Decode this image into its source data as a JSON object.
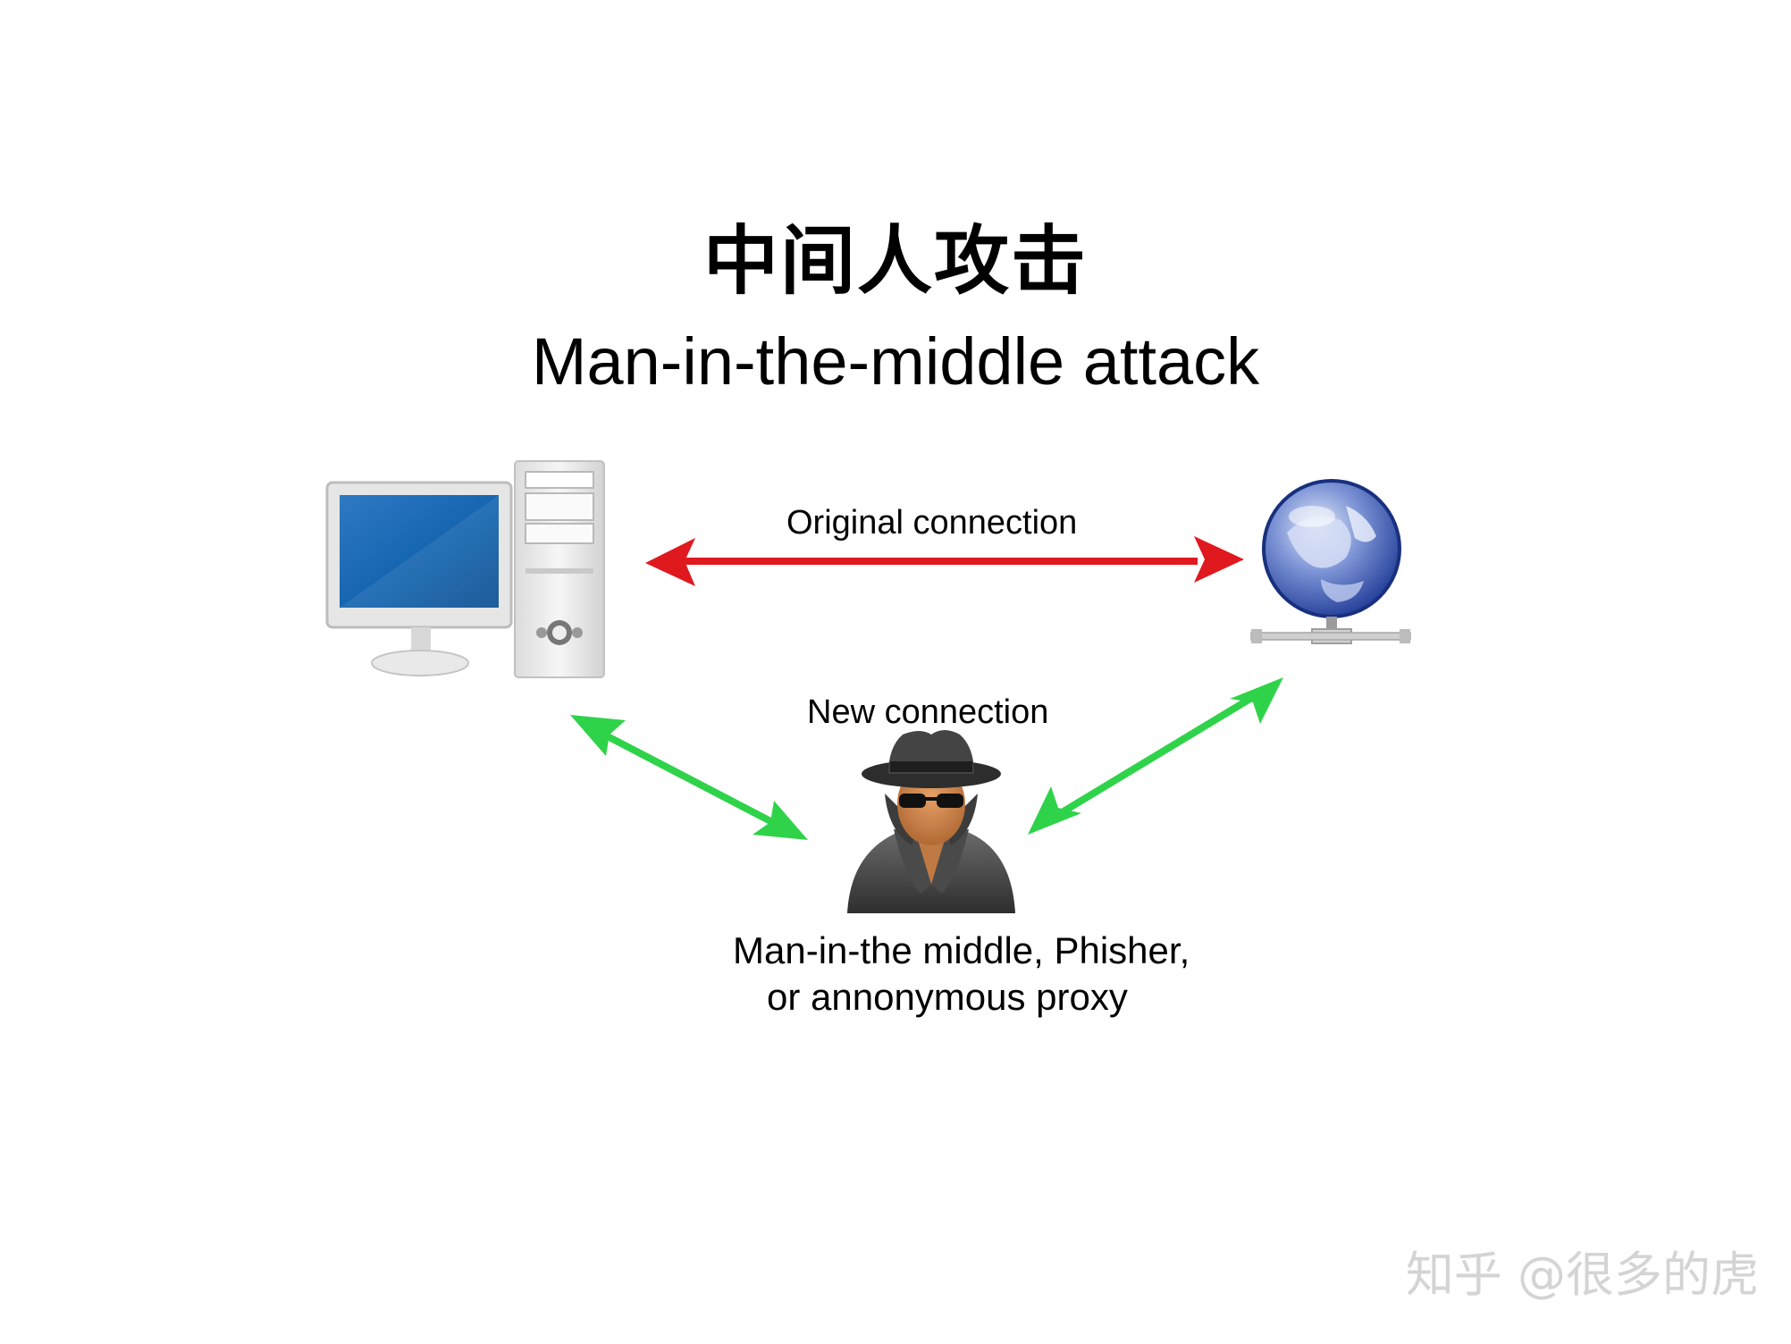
{
  "title": {
    "chinese": "中间人攻击",
    "english": "Man-in-the-middle attack"
  },
  "connections": {
    "original": {
      "label": "Original connection",
      "color": "#e0191f"
    },
    "new": {
      "label": "New connection",
      "color": "#2fd34a"
    }
  },
  "nodes": {
    "client": {
      "icon": "desktop-computer-icon"
    },
    "server": {
      "icon": "network-globe-icon"
    },
    "attacker": {
      "icon": "hacker-spy-icon",
      "label_line1": "Man-in-the middle, Phisher,",
      "label_line2": "or annonymous proxy"
    }
  },
  "watermark": "知乎 @很多的虎"
}
